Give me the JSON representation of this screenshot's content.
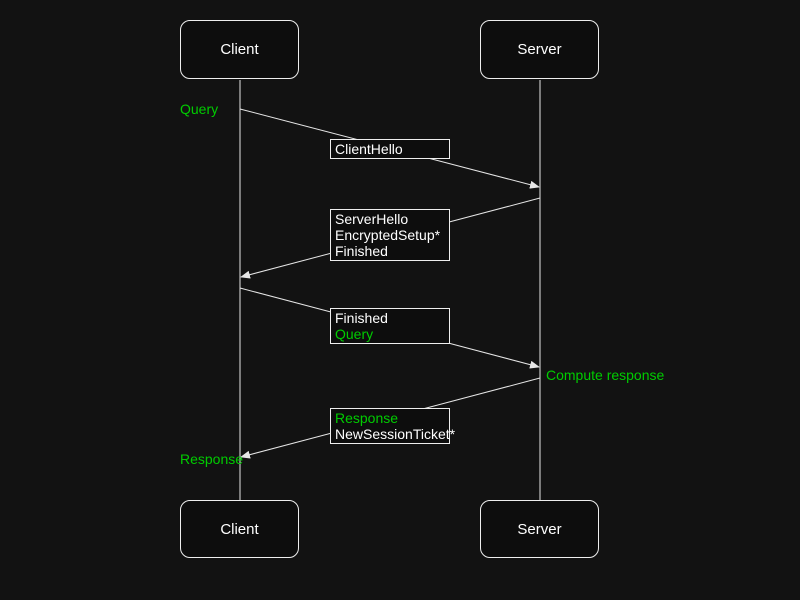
{
  "palette": {
    "background": "#121212",
    "box-fill": "#0d0d0d",
    "border": "#eeeeee",
    "line": "#e6e6e6",
    "text": "#ffffff",
    "green": "#00cc00"
  },
  "actors": {
    "client": "Client",
    "server": "Server"
  },
  "messages": [
    {
      "from": "client",
      "to": "server",
      "lines": [
        {
          "text": "ClientHello",
          "color": "white"
        }
      ]
    },
    {
      "from": "server",
      "to": "client",
      "lines": [
        {
          "text": "ServerHello",
          "color": "white"
        },
        {
          "text": "EncryptedSetup*",
          "color": "white"
        },
        {
          "text": "Finished",
          "color": "white"
        }
      ]
    },
    {
      "from": "client",
      "to": "server",
      "lines": [
        {
          "text": "Finished",
          "color": "white"
        },
        {
          "text": "Query",
          "color": "green"
        }
      ]
    },
    {
      "from": "server",
      "to": "client",
      "lines": [
        {
          "text": "Response",
          "color": "green"
        },
        {
          "text": "NewSessionTicket*",
          "color": "white"
        }
      ]
    }
  ],
  "annotations": [
    {
      "text": "Query",
      "color": "green",
      "position": "left-of-client"
    },
    {
      "text": "Compute response",
      "color": "green",
      "position": "right-of-server"
    },
    {
      "text": "Response",
      "color": "green",
      "position": "left-of-client"
    }
  ]
}
